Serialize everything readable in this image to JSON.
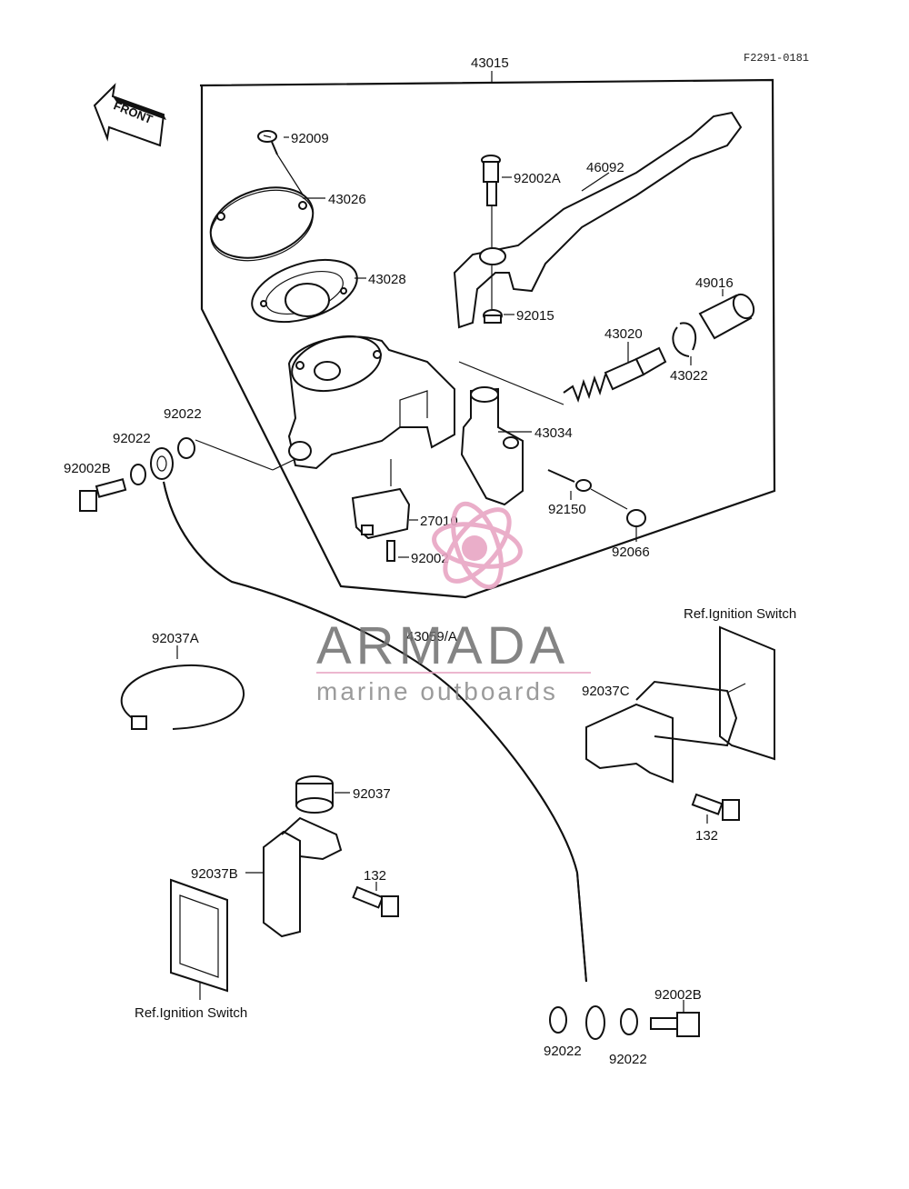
{
  "diagram": {
    "code": "F2291-0181",
    "front_label": "FRONT",
    "assembly_label": "43015",
    "parts": {
      "p92009": "92009",
      "p43026": "43026",
      "p43028": "43028",
      "p92002A": "92002A",
      "p46092": "46092",
      "p92015": "92015",
      "p49016": "49016",
      "p43020": "43020",
      "p43022": "43022",
      "p43034": "43034",
      "p92150": "92150",
      "p27010": "27010",
      "p92002": "92002",
      "p92066": "92066",
      "p92022_a": "92022",
      "p92022_b": "92022",
      "p92002B_left": "92002B",
      "p92037A": "92037A",
      "p43059A": "43059/A",
      "p92037C": "92037C",
      "p132_right": "132",
      "p92037": "92037",
      "p92037B": "92037B",
      "p132_left": "132",
      "p92022_c": "92022",
      "p92022_d": "92022",
      "p92002B_right": "92002B"
    },
    "ref_ignition_top": "Ref.Ignition Switch",
    "ref_ignition_bottom": "Ref.Ignition Switch"
  },
  "watermark": {
    "brand": "ARMADA",
    "tagline": "marine outboards",
    "colors": {
      "logo": "#e8a6c4",
      "text": "#6f6f6f"
    }
  }
}
